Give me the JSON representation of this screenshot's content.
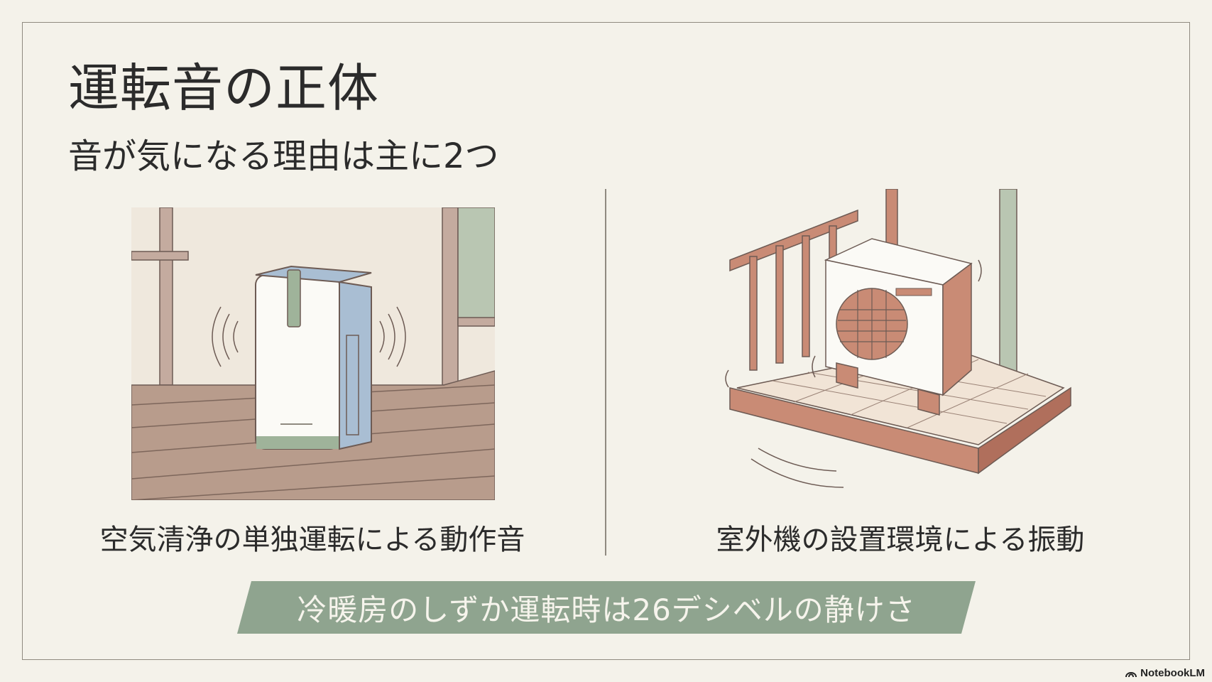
{
  "slide": {
    "title": "運転音の正体",
    "subtitle": "音が気になる理由は主に2つ",
    "left": {
      "caption": "空気清浄の単独運転による動作音",
      "image": "air-purifier-illustration"
    },
    "right": {
      "caption": "室外機の設置環境による振動",
      "image": "outdoor-unit-illustration"
    },
    "banner": "冷暖房のしずか運転時は26デシベルの静けさ"
  },
  "brand": {
    "name": "NotebookLM",
    "icon": "notebooklm-logo-icon"
  },
  "colors": {
    "background": "#f4f2ea",
    "banner": "#8fa48f",
    "wall": "#c4ab9f",
    "floor": "#b89c8c",
    "sage": "#b9c6b2",
    "blue_panel": "#a9bed3",
    "terracotta": "#c98b75"
  }
}
